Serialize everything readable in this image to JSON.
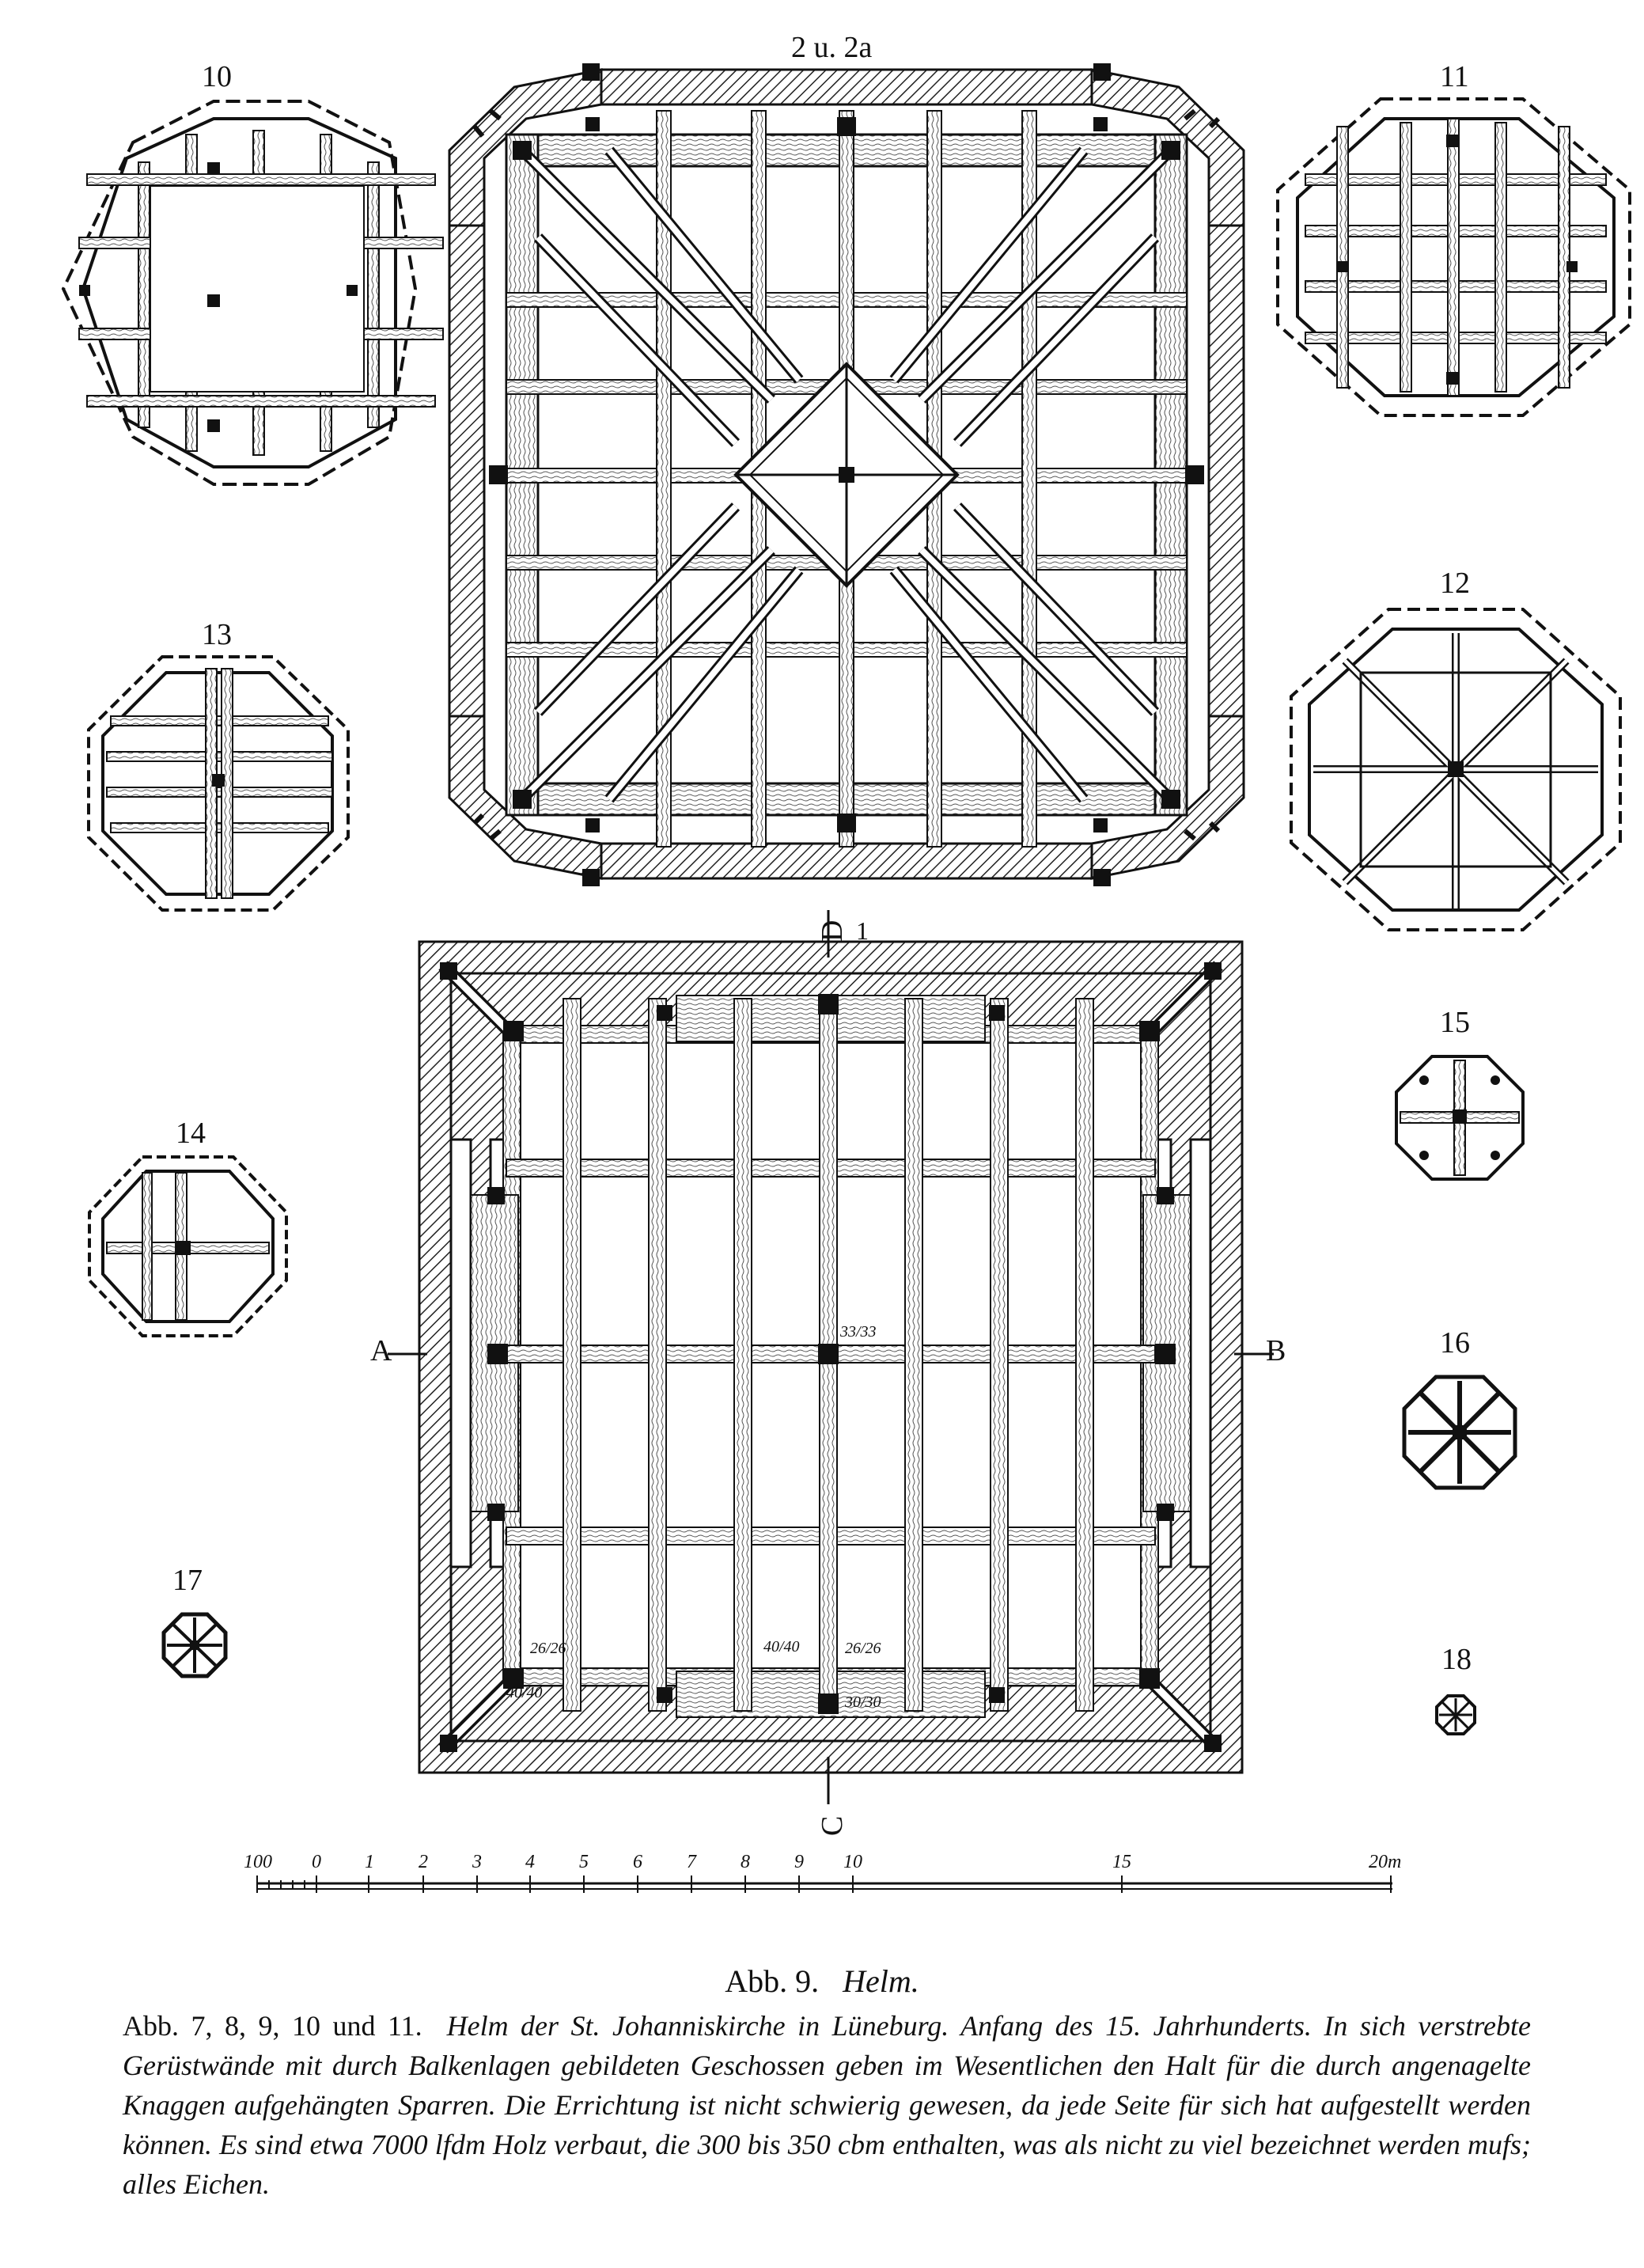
{
  "figure_labels": {
    "main_top": "2 u. 2a",
    "fig10": "10",
    "fig11": "11",
    "fig12": "12",
    "fig13": "13",
    "fig14": "14",
    "fig15": "15",
    "fig16": "16",
    "fig17": "17",
    "fig18": "18",
    "section_d": "D",
    "section_1": "1",
    "section_a": "A",
    "section_b": "B",
    "section_c": "C"
  },
  "dimensions": {
    "center": "33/33",
    "d1": "26/26",
    "d2": "40/40",
    "d3": "40/40",
    "d4": "26/26",
    "d5": "30/30"
  },
  "scale": {
    "ticks": [
      "100",
      "0",
      "1",
      "2",
      "3",
      "4",
      "5",
      "6",
      "7",
      "8",
      "9",
      "10",
      "15",
      "20m"
    ]
  },
  "caption": {
    "abb": "Abb. 9.",
    "title": "Helm."
  },
  "description": {
    "lead": "Abb. 7, 8, 9, 10 und 11.",
    "body": "Helm der St. Johanniskirche in Lüneburg. Anfang des 15. Jahrhunderts. In sich verstrebte Gerüstwände mit durch Balkenlagen gebildeten Geschossen geben im Wesentlichen den Halt für die durch angenagelte Knaggen aufgehängten Sparren. Die Errichtung ist nicht schwierig gewesen, da jede Seite für sich hat aufgestellt werden können. Es sind etwa 7000 lfdm Holz verbaut, die 300 bis 350 cbm enthalten, was als nicht zu viel bezeichnet werden mufs; alles Eichen."
  }
}
